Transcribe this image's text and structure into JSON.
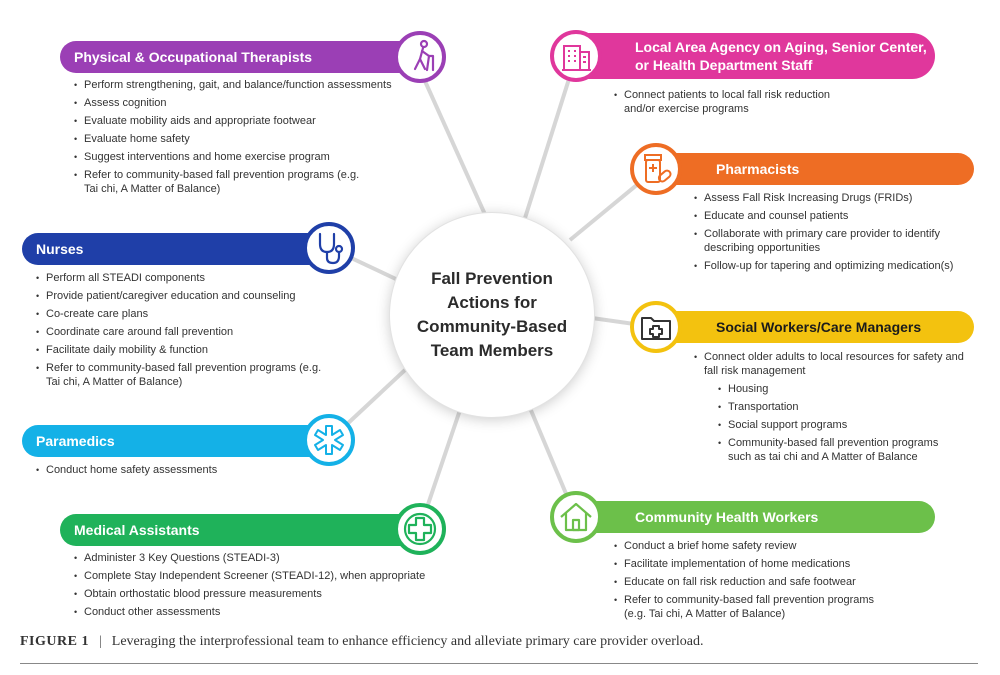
{
  "center_title": "Fall Prevention Actions for Community-Based Team Members",
  "colors": {
    "physical_therapists": "#9b3fb5",
    "nurses": "#1f3fa8",
    "paramedics": "#14b1e7",
    "medical_assistants": "#1fb25a",
    "agency_on_aging": "#e0379c",
    "pharmacists": "#ee6d24",
    "social_workers": "#f3c20f",
    "community_health_workers": "#6cc04a",
    "spoke": "#d6d6d6"
  },
  "roles": {
    "physical_therapists": {
      "title": "Physical & Occupational Therapists",
      "icon": "walker-person-icon",
      "items": [
        "Perform strengthening, gait, and balance/function assessments",
        "Assess cognition",
        "Evaluate mobility aids and appropriate footwear",
        "Evaluate home safety",
        "Suggest interventions and home exercise program",
        "Refer to community-based fall prevention programs (e.g. Tai chi, A Matter of Balance)"
      ]
    },
    "nurses": {
      "title": "Nurses",
      "icon": "stethoscope-icon",
      "items": [
        "Perform all STEADI components",
        "Provide patient/caregiver education and counseling",
        "Co-create care plans",
        "Coordinate care around fall prevention",
        "Facilitate daily mobility & function",
        "Refer to community-based fall prevention programs (e.g. Tai chi, A Matter of Balance)"
      ]
    },
    "paramedics": {
      "title": "Paramedics",
      "icon": "star-of-life-icon",
      "items": [
        "Conduct home safety assessments"
      ]
    },
    "medical_assistants": {
      "title": "Medical Assistants",
      "icon": "medical-cross-icon",
      "items": [
        "Administer 3 Key Questions (STEADI-3)",
        "Complete Stay Independent Screener (STEADI-12), when appropriate",
        "Obtain orthostatic blood pressure measurements",
        "Conduct other assessments"
      ]
    },
    "agency_on_aging": {
      "title": "Local Area Agency on Aging, Senior Center, or Health Department Staff",
      "icon": "building-icon",
      "items": [
        "Connect patients to local fall risk reduction and/or exercise programs"
      ]
    },
    "pharmacists": {
      "title": "Pharmacists",
      "icon": "pill-bottle-icon",
      "items": [
        "Assess Fall Risk Increasing Drugs (FRIDs)",
        "Educate and counsel patients",
        "Collaborate with primary care provider to identify describing opportunities",
        "Follow-up for tapering and optimizing medication(s)"
      ]
    },
    "social_workers": {
      "title": "Social Workers/Care Managers",
      "icon": "folder-medical-icon",
      "items": [
        "Connect older adults to local resources for safety and fall risk management"
      ],
      "subitems": [
        "Housing",
        "Transportation",
        "Social support programs",
        "Community-based fall prevention programs such as tai chi and A Matter of Balance"
      ]
    },
    "community_health_workers": {
      "title": "Community Health Workers",
      "icon": "house-icon",
      "items": [
        "Conduct a brief home safety review",
        "Facilitate implementation of home medications",
        "Educate on fall risk reduction and safe footwear",
        "Refer to community-based fall prevention programs (e.g. Tai chi, A Matter of Balance)"
      ]
    }
  },
  "caption": {
    "label": "FIGURE 1",
    "separator": "|",
    "text": "Leveraging the interprofessional team to enhance efficiency and alleviate primary care provider overload."
  }
}
